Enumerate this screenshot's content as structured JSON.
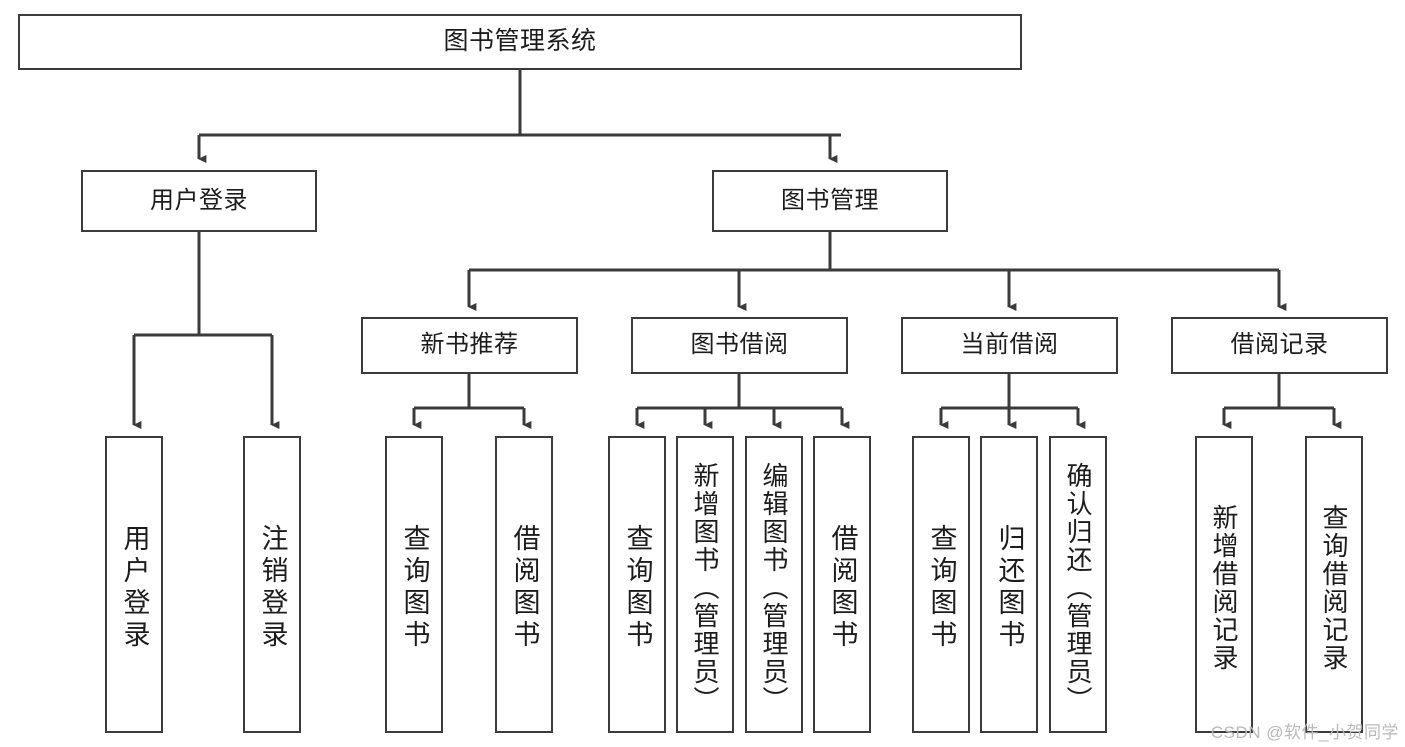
{
  "diagram": {
    "type": "tree-hierarchy-chart",
    "title": "图书管理系统",
    "colors": {
      "box_border": "#3b3b3b",
      "box_fill": "#ffffff",
      "line": "#3b3b3b",
      "text": "#1c1c1c",
      "watermark": "#b9b9b9",
      "background": "#ffffff"
    },
    "levels": {
      "root": {
        "label": "图书管理系统"
      },
      "level2": [
        {
          "label": "用户登录"
        },
        {
          "label": "图书管理"
        }
      ],
      "level3": [
        {
          "label": "新书推荐"
        },
        {
          "label": "图书借阅"
        },
        {
          "label": "当前借阅"
        },
        {
          "label": "借阅记录"
        }
      ],
      "leaves": {
        "user_login": [
          {
            "label": "用户登录"
          },
          {
            "label": "注销登录"
          }
        ],
        "new_book_recommend": [
          {
            "label": "查询图书"
          },
          {
            "label": "借阅图书"
          }
        ],
        "book_borrow": [
          {
            "label": "查询图书"
          },
          {
            "label": "新增图书（管理员）"
          },
          {
            "label": "编辑图书（管理员）"
          },
          {
            "label": "借阅图书"
          }
        ],
        "current_borrow": [
          {
            "label": "查询图书"
          },
          {
            "label": "归还图书"
          },
          {
            "label": "确认归还（管理员）"
          }
        ],
        "borrow_record": [
          {
            "label": "新增借阅记录"
          },
          {
            "label": "查询借阅记录"
          }
        ]
      }
    },
    "watermark": "CSDN @软件_小贺同学"
  }
}
